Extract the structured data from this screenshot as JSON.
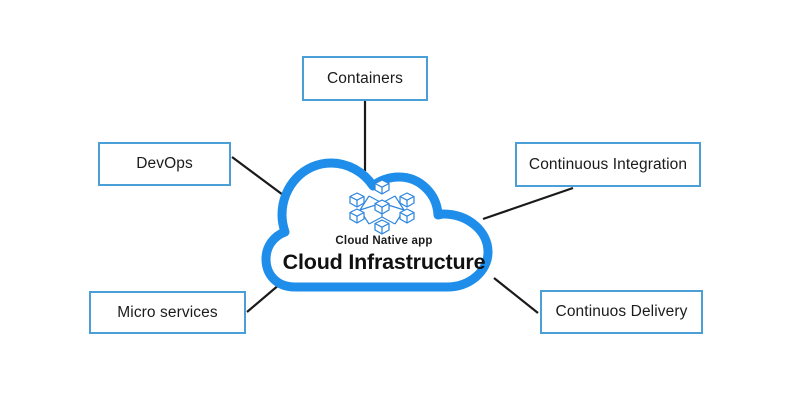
{
  "diagram": {
    "title": "Cloud Infrastructure",
    "center": {
      "icon_name": "cube-network-icon",
      "subtitle": "Cloud Native app",
      "title": "Cloud Infrastructure"
    },
    "colors": {
      "cloud_stroke": "#1E8EEA",
      "box_border": "#4A9FD6",
      "connector": "#1a1a1a",
      "icon": "#2E86DE",
      "text": "#1b1b1b",
      "background": "#ffffff"
    },
    "nodes": [
      {
        "id": "containers",
        "label": "Containers"
      },
      {
        "id": "devops",
        "label": "DevOps"
      },
      {
        "id": "ci",
        "label": "Continuous Integration"
      },
      {
        "id": "microservices",
        "label": "Micro services"
      },
      {
        "id": "cd",
        "label": "Continuos Delivery"
      }
    ]
  }
}
